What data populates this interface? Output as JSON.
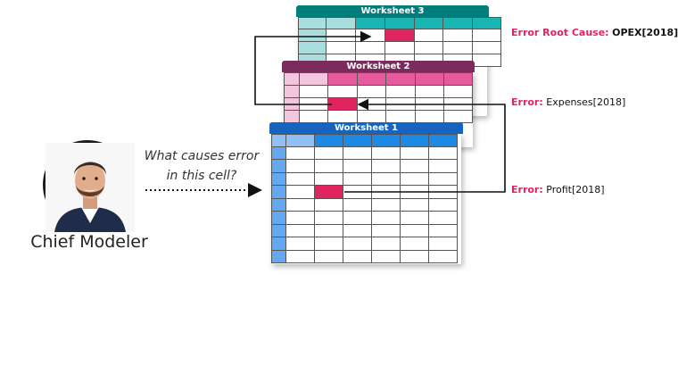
{
  "person": {
    "label": "Chief Modeler",
    "avatar_icon": "person-avatar-icon"
  },
  "question": {
    "line1": "What causes error",
    "line2": "in this cell?"
  },
  "sheets": [
    {
      "title": "Worksheet 1",
      "header_color": "#1565c0",
      "grid_header_color": "#1e88e5",
      "row_label_color": "#64a8f0",
      "corner_color": "#90c0f4"
    },
    {
      "title": "Worksheet 2",
      "header_color": "#7b2c5c",
      "grid_header_color": "#e75a9c",
      "row_label_color": "#f4c6dd",
      "corner_color": "#f4c6dd"
    },
    {
      "title": "Worksheet 3",
      "header_color": "#007e7c",
      "grid_header_color": "#19b5b2",
      "row_label_color": "#a8dedd",
      "corner_color": "#a8dedd"
    }
  ],
  "highlight_color": "#e0245e",
  "callouts": [
    {
      "tag": "Error Root Cause:",
      "value": "OPEX[2018]"
    },
    {
      "tag": "Error:",
      "value": "Expenses[2018]"
    },
    {
      "tag": "Error:",
      "value": "Profit[2018]"
    }
  ]
}
